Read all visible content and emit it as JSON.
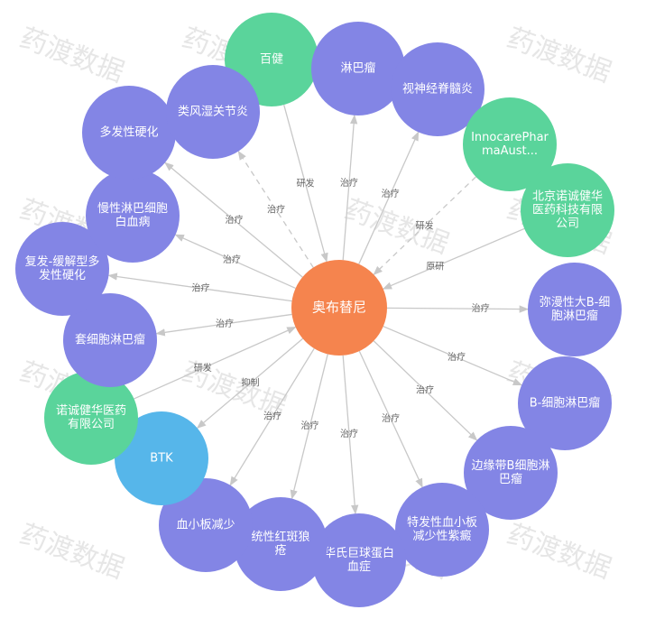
{
  "watermark": "药渡数据",
  "colors": {
    "disease": "#8385e5",
    "company": "#5ad49b",
    "target": "#56b6ea",
    "center": "#f5844e"
  },
  "center": {
    "label": "奥布替尼"
  },
  "nodes": [
    {
      "id": "baijian",
      "label": [
        "百健"
      ],
      "type": "company",
      "rel": "研发",
      "dashed": false
    },
    {
      "id": "lymphoma",
      "label": [
        "淋巴瘤"
      ],
      "type": "disease",
      "rel": "治疗",
      "dashed": false
    },
    {
      "id": "nmosd",
      "label": [
        "视神经脊髓炎"
      ],
      "type": "disease",
      "rel": "治疗",
      "dashed": false
    },
    {
      "id": "innocare",
      "label": [
        "InnocarePhar",
        "maAust..."
      ],
      "type": "company",
      "rel": "研发",
      "dashed": true
    },
    {
      "id": "bj_nuocheng",
      "label": [
        "北京诺诚健华",
        "医药科技有限",
        "公司"
      ],
      "type": "company",
      "rel": "原研",
      "dashed": false
    },
    {
      "id": "dlbcl",
      "label": [
        "弥漫性大B-细",
        "胞淋巴瘤"
      ],
      "type": "disease",
      "rel": "治疗",
      "dashed": false
    },
    {
      "id": "bcl",
      "label": [
        "B-细胞淋巴瘤"
      ],
      "type": "disease",
      "rel": "治疗",
      "dashed": false
    },
    {
      "id": "mzl",
      "label": [
        "边缘带B细胞淋",
        "巴瘤"
      ],
      "type": "disease",
      "rel": "治疗",
      "dashed": false
    },
    {
      "id": "itp",
      "label": [
        "特发性血小板",
        "减少性紫癜"
      ],
      "type": "disease",
      "rel": "治疗",
      "dashed": false
    },
    {
      "id": "wm",
      "label": [
        "华氏巨球蛋白",
        "血症"
      ],
      "type": "disease",
      "rel": "治疗",
      "dashed": false
    },
    {
      "id": "sle",
      "label": [
        "统性红斑狼",
        "疮"
      ],
      "type": "disease",
      "rel": "治疗",
      "dashed": false
    },
    {
      "id": "thrombo",
      "label": [
        "血小板减少"
      ],
      "type": "disease",
      "rel": "治疗",
      "dashed": false
    },
    {
      "id": "btk",
      "label": [
        "BTK"
      ],
      "type": "target",
      "rel": "抑制",
      "dashed": false
    },
    {
      "id": "nuocheng",
      "label": [
        "诺诚健华医药",
        "有限公司"
      ],
      "type": "company",
      "rel": "研发",
      "dashed": false
    },
    {
      "id": "mcl",
      "label": [
        "套细胞淋巴瘤"
      ],
      "type": "disease",
      "rel": "治疗",
      "dashed": false
    },
    {
      "id": "rrms",
      "label": [
        "复发-缓解型多",
        "发性硬化"
      ],
      "type": "disease",
      "rel": "治疗",
      "dashed": false
    },
    {
      "id": "cll",
      "label": [
        "慢性淋巴细胞",
        "白血病"
      ],
      "type": "disease",
      "rel": "治疗",
      "dashed": false
    },
    {
      "id": "ms",
      "label": [
        "多发性硬化"
      ],
      "type": "disease",
      "rel": "治疗",
      "dashed": false
    },
    {
      "id": "ra",
      "label": [
        "类风湿关节炎"
      ],
      "type": "disease",
      "rel": "治疗",
      "dashed": true
    }
  ]
}
